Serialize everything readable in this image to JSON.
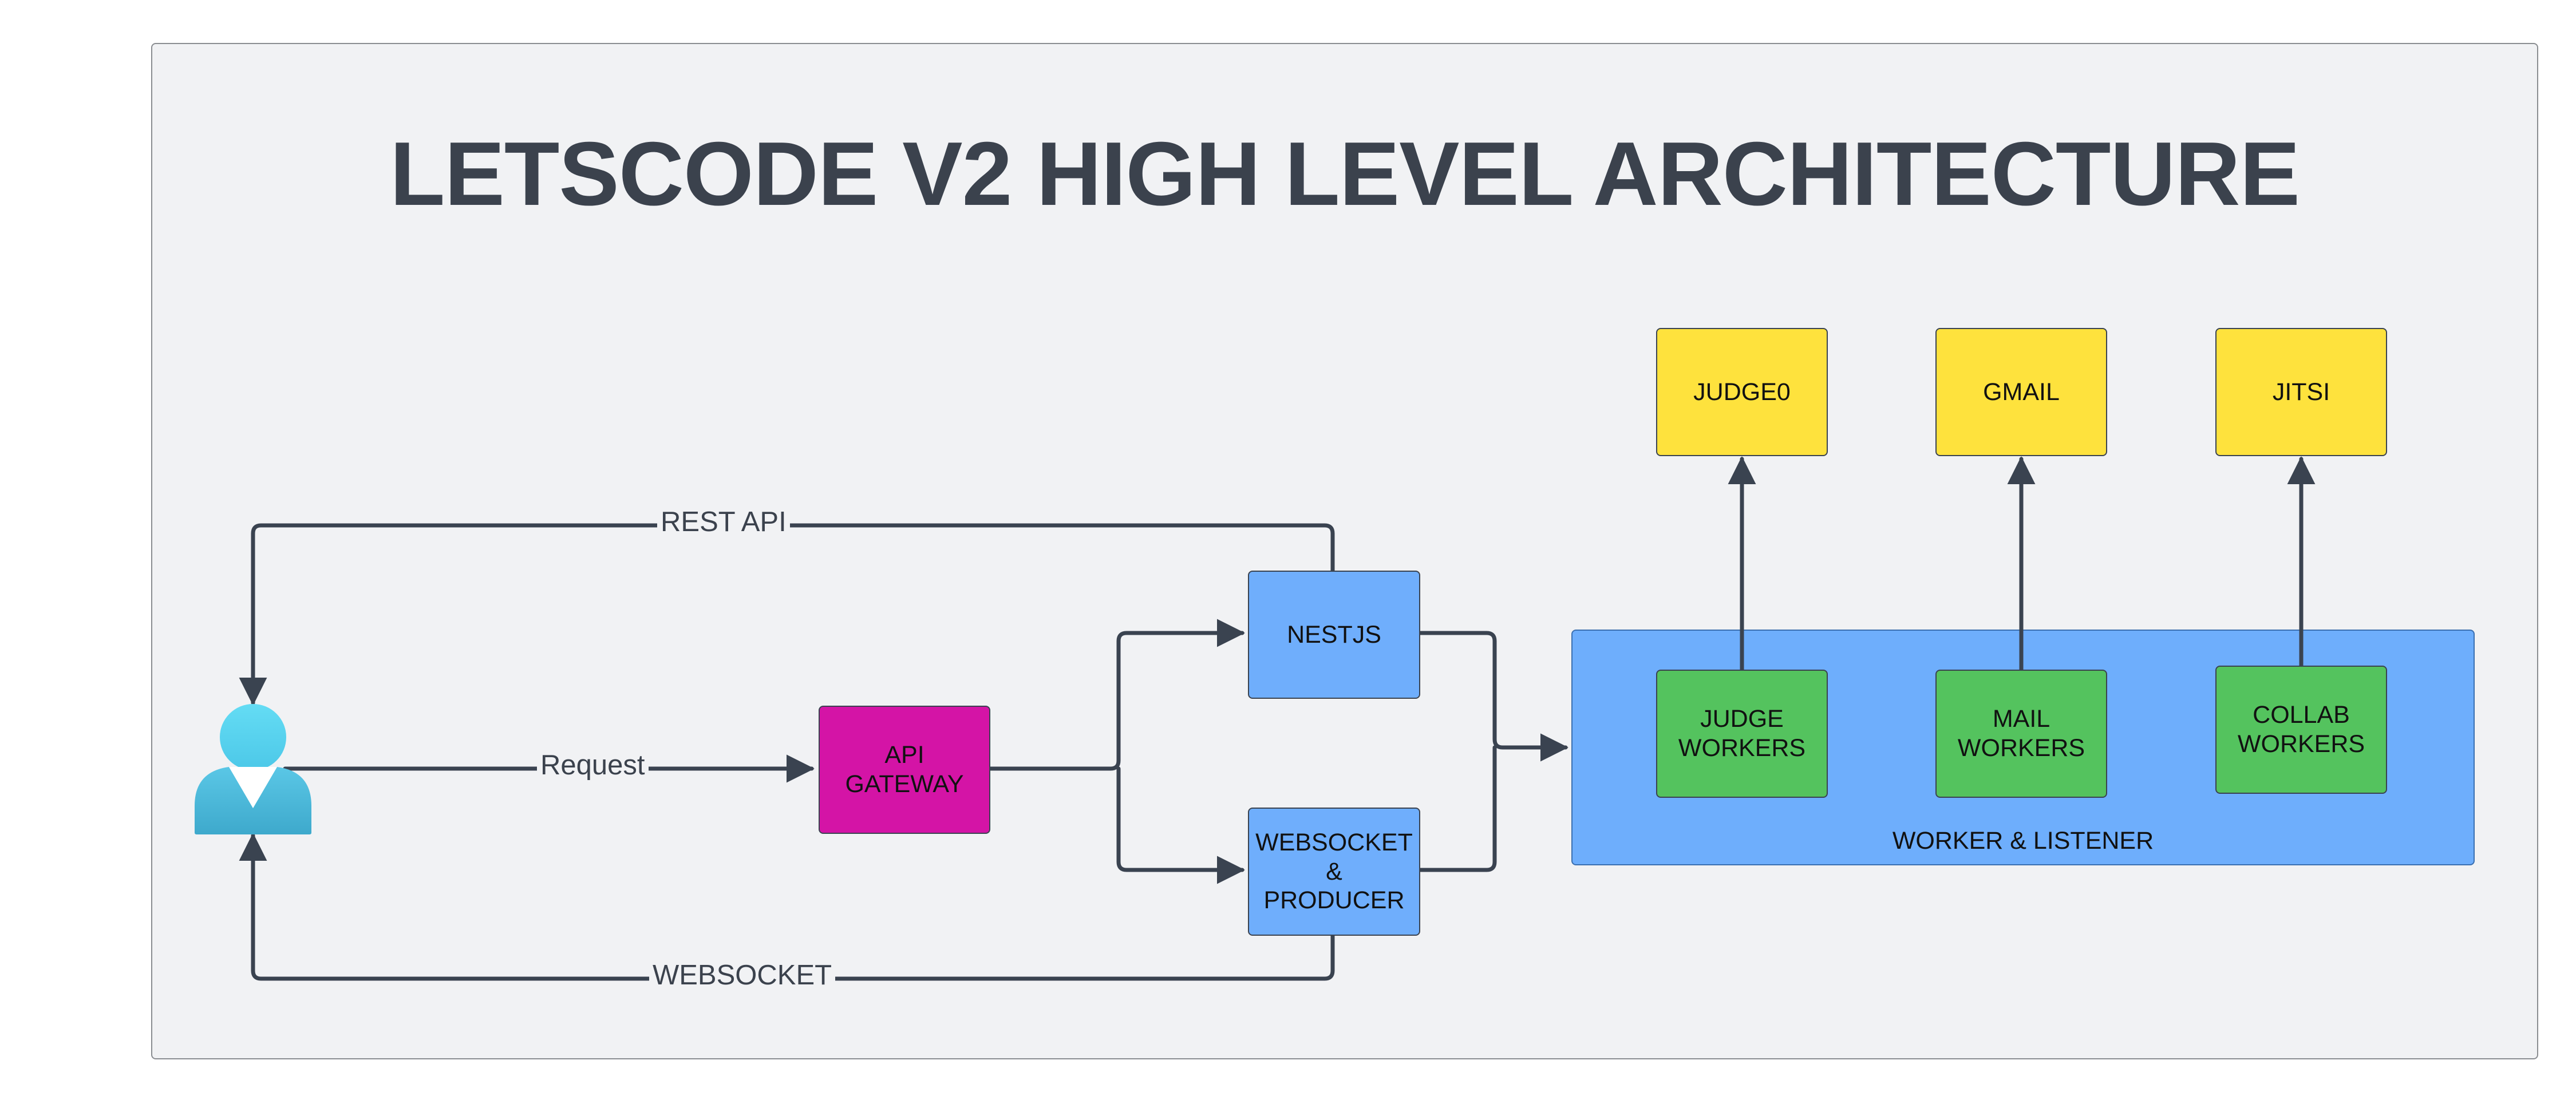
{
  "title": "LETSCODE V2 HIGH LEVEL ARCHITECTURE",
  "icons": {
    "user": "user-icon"
  },
  "colors": {
    "api_gateway": "#d414a6",
    "service": "#6faefc",
    "external": "#fee23d",
    "worker": "#54c35e",
    "edge": "#3a4350"
  },
  "nodes": {
    "api_gateway": "API\nGATEWAY",
    "nestjs": "NESTJS",
    "websocket_producer": "WEBSOCKET\n&\nPRODUCER",
    "judge_workers": "JUDGE\nWORKERS",
    "mail_workers": "MAIL\nWORKERS",
    "collab_workers": "COLLAB\nWORKERS",
    "judge0": "JUDGE0",
    "gmail": "GMAIL",
    "jitsi": "JITSI"
  },
  "groups": {
    "worker_listener": "WORKER & LISTENER"
  },
  "edges": {
    "rest_api": "REST API",
    "request": "Request",
    "websocket": "WEBSOCKET"
  }
}
